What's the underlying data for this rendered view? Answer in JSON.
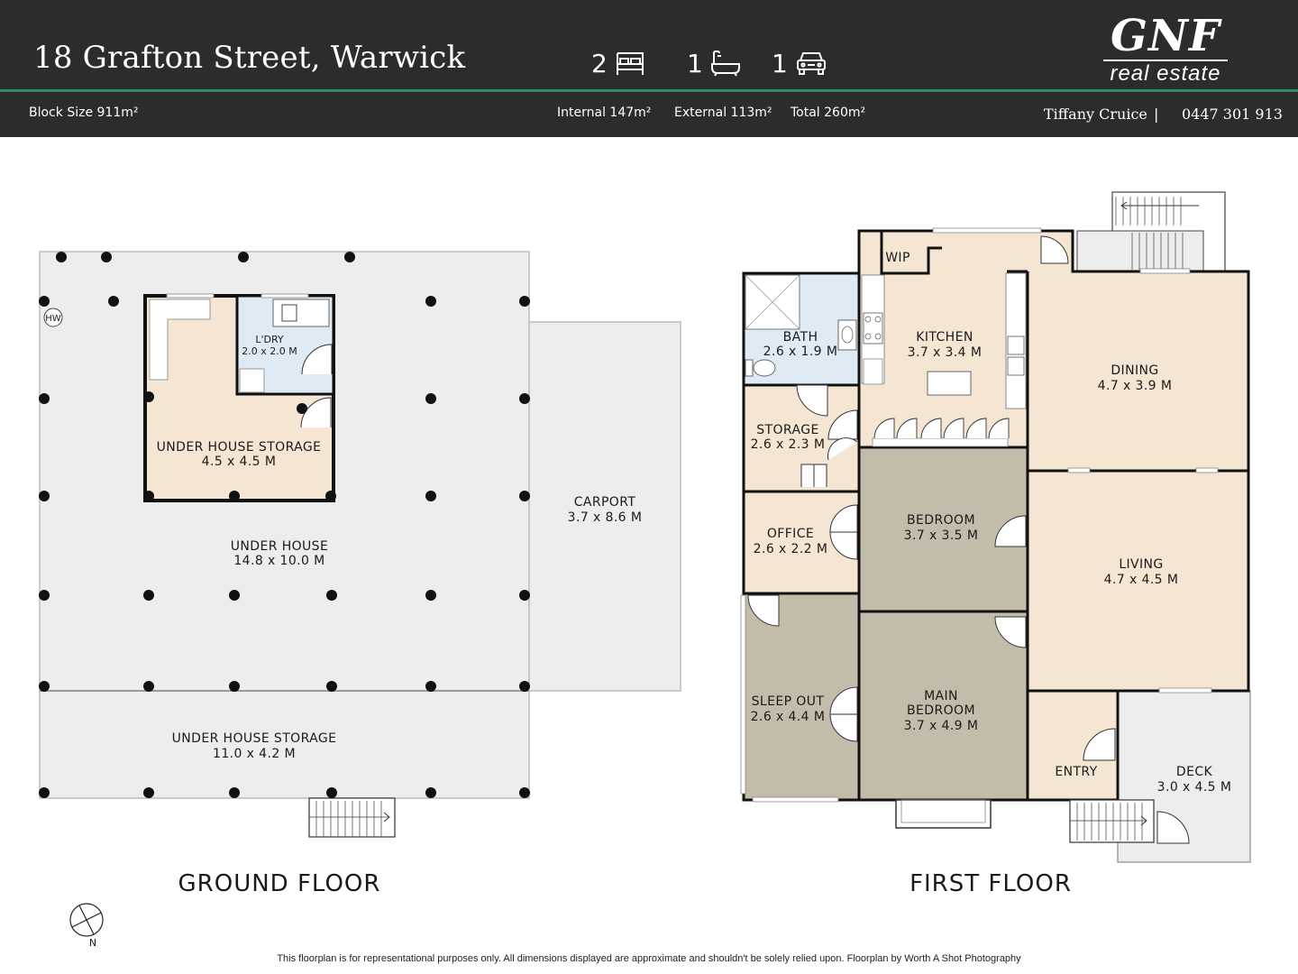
{
  "header": {
    "address": "18 Grafton Street, Warwick",
    "features": [
      {
        "count": "2",
        "icon": "bed-icon"
      },
      {
        "count": "1",
        "icon": "bath-icon"
      },
      {
        "count": "1",
        "icon": "car-icon"
      }
    ],
    "logo": {
      "main": "GNF",
      "sub": "real estate"
    },
    "block_size": "Block Size 911m²",
    "internal": "Internal 147m²",
    "external": "External 113m²",
    "total": "Total 260m²",
    "agent_name": "Tiffany Cruice",
    "separator": "|",
    "agent_phone": "0447 301 913",
    "colors": {
      "header_bg": "#2c2c2c",
      "accent": "#2f8f63"
    }
  },
  "ground_floor": {
    "title": "GROUND FLOOR",
    "hw": "HW",
    "rooms": {
      "laundry": {
        "name": "L'DRY",
        "size": "2.0 x 2.0 M"
      },
      "storage_inner": {
        "name": "UNDER HOUSE STORAGE",
        "size": "4.5 x 4.5 M"
      },
      "under_house": {
        "name": "UNDER HOUSE",
        "size": "14.8 x 10.0 M"
      },
      "carport": {
        "name": "CARPORT",
        "size": "3.7 x 8.6 M"
      },
      "storage_south": {
        "name": "UNDER HOUSE STORAGE",
        "size": "11.0 x 4.2 M"
      }
    }
  },
  "first_floor": {
    "title": "FIRST FLOOR",
    "rooms": {
      "wip": {
        "name": "WIP"
      },
      "bath": {
        "name": "BATH",
        "size": "2.6 x 1.9 M"
      },
      "kitchen": {
        "name": "KITCHEN",
        "size": "3.7 x 3.4 M"
      },
      "dining": {
        "name": "DINING",
        "size": "4.7 x 3.9 M"
      },
      "storage": {
        "name": "STORAGE",
        "size": "2.6 x 2.3 M"
      },
      "office": {
        "name": "OFFICE",
        "size": "2.6 x 2.2 M"
      },
      "bedroom": {
        "name": "BEDROOM",
        "size": "3.7 x 3.5 M"
      },
      "living": {
        "name": "LIVING",
        "size": "4.7 x 4.5 M"
      },
      "sleep_out": {
        "name": "SLEEP OUT",
        "size": "2.6 x 4.4 M"
      },
      "main_bedroom": {
        "name": "MAIN",
        "name2": "BEDROOM",
        "size": "3.7 x 4.9 M"
      },
      "entry": {
        "name": "ENTRY"
      },
      "deck": {
        "name": "DECK",
        "size": "3.0 x 4.5 M"
      }
    }
  },
  "compass": {
    "label": "N"
  },
  "disclaimer": "This floorplan is for representational purposes only. All dimensions displayed are approximate and shouldn't be solely relied upon. Floorplan by Worth A Shot Photography"
}
